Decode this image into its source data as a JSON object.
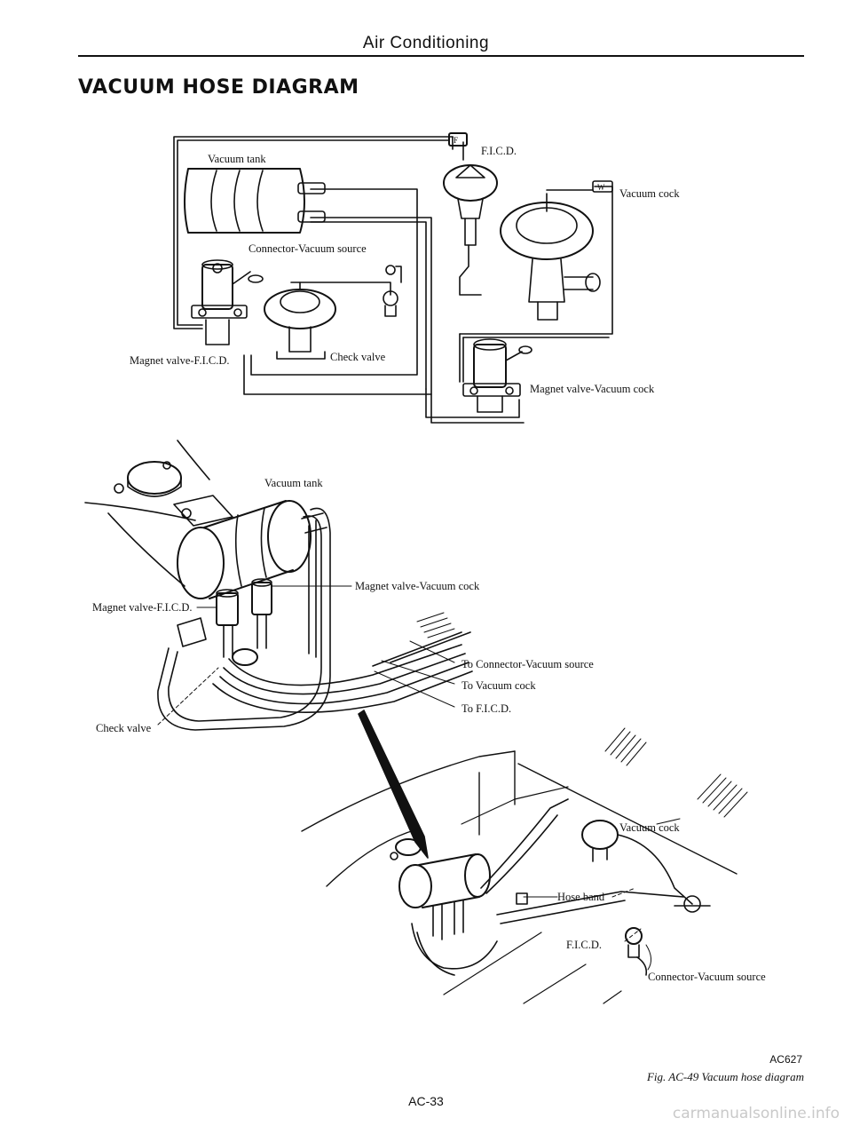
{
  "header": {
    "section": "Air Conditioning"
  },
  "title": "VACUUM HOSE DIAGRAM",
  "schematic": {
    "vacuum_tank": "Vacuum tank",
    "ficd": "F.I.C.D.",
    "vacuum_cock": "Vacuum cock",
    "connector": "Connector-Vacuum source",
    "magnet_valve_ficd": "Magnet valve-F.I.C.D.",
    "check_valve": "Check valve",
    "magnet_valve_cock": "Magnet valve-Vacuum cock",
    "tag_f": "F",
    "tag_w": "W"
  },
  "detail": {
    "vacuum_tank": "Vacuum tank",
    "magnet_valve_cock": "Magnet valve-Vacuum cock",
    "magnet_valve_ficd": "Magnet valve-F.I.C.D.",
    "to_connector": "To Connector-Vacuum source",
    "to_cock": "To Vacuum cock",
    "to_ficd": "To F.I.C.D.",
    "check_valve": "Check valve"
  },
  "engine_bay": {
    "vacuum_cock": "Vacuum cock",
    "hose_band": "Hose band",
    "ficd": "F.I.C.D.",
    "connector": "Connector-Vacuum source"
  },
  "figure": {
    "code": "AC627",
    "caption": "Fig. AC-49  Vacuum hose diagram"
  },
  "footer": {
    "page": "AC-33",
    "watermark": "carmanualsonline.info"
  }
}
